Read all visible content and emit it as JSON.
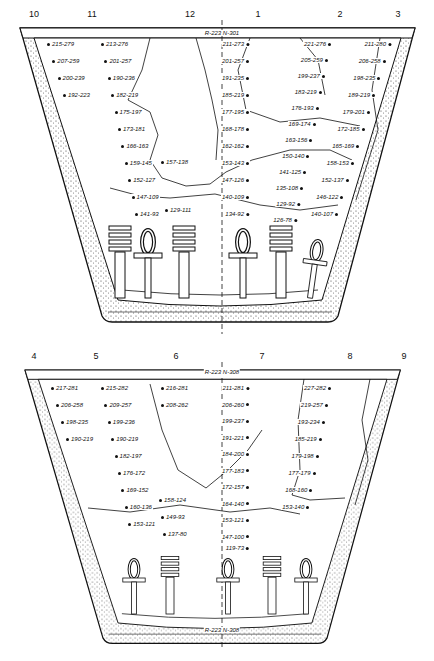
{
  "diagram": {
    "labels": [
      "10",
      "11",
      "12",
      "1",
      "2",
      "3",
      "R-223 N-301",
      "215-279",
      "207-259",
      "200-239",
      "192-223",
      "213-276",
      "201-257",
      "190-236",
      "182-219",
      "175-197",
      "173-181",
      "166-163",
      "159-145",
      "152-127",
      "147-109",
      "141-93",
      "157-138",
      "129-111",
      "211-273",
      "201-257",
      "191-235",
      "185-219",
      "177-195",
      "168-178",
      "162-162",
      "153-143",
      "147-126",
      "140-109",
      "134-92",
      "221-276",
      "205-259",
      "199-237",
      "183-219",
      "176-193",
      "169-174",
      "163-156",
      "150-140",
      "141-125",
      "135-108",
      "129-92",
      "126-78",
      "211-280",
      "206-258",
      "198-235",
      "189-219",
      "179-201",
      "172-185",
      "165-169",
      "158-153",
      "152-137",
      "146-122",
      "140-107",
      "4",
      "5",
      "6",
      "7",
      "8",
      "9",
      "R-223 N-308",
      "217-281",
      "206-258",
      "198-235",
      "190-219",
      "215-282",
      "209-257",
      "199-236",
      "190-219",
      "182-197",
      "176-172",
      "169-152",
      "160-136",
      "153-121",
      "216-281",
      "208-262",
      "158-124",
      "149-93",
      "137-80",
      "211-281",
      "206-260",
      "199-237",
      "191-221",
      "184-200",
      "177-183",
      "172-157",
      "164-140",
      "153-121",
      "147-100",
      "119-73",
      "227-282",
      "219-257",
      "193-234",
      "185-219",
      "179-198",
      "177-179",
      "168-160",
      "153-140",
      "R-223 N-308"
    ]
  }
}
